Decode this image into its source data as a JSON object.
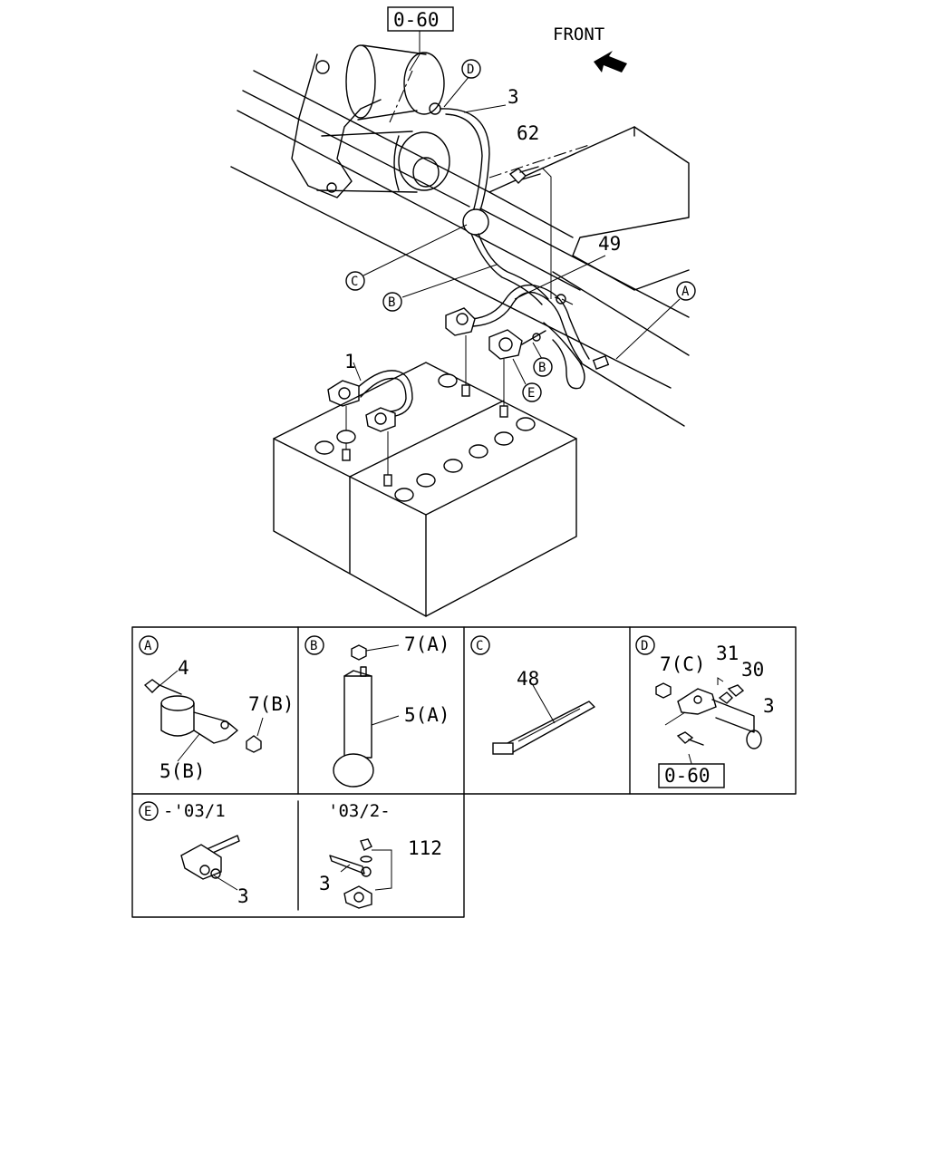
{
  "main": {
    "ref_top": "0-60",
    "front": "FRONT",
    "callouts": {
      "p3": "3",
      "p62": "62",
      "p49": "49",
      "p1": "1",
      "cD": "D",
      "cC": "C",
      "cB1": "B",
      "cB2": "B",
      "cA": "A",
      "cE": "E"
    }
  },
  "details": {
    "A": {
      "letter": "A",
      "parts": [
        "4",
        "7(B)",
        "5(B)"
      ]
    },
    "B": {
      "letter": "B",
      "parts": [
        "7(A)",
        "5(A)"
      ]
    },
    "C": {
      "letter": "C",
      "parts": [
        "48"
      ]
    },
    "D": {
      "letter": "D",
      "parts": [
        "7(C)",
        "31",
        "30",
        "3"
      ],
      "ref": "0-60"
    },
    "E": {
      "letter": "E",
      "period1": "-'03/1",
      "period2": "'03/2-",
      "parts1": [
        "3"
      ],
      "parts2": [
        "112",
        "3"
      ]
    }
  }
}
